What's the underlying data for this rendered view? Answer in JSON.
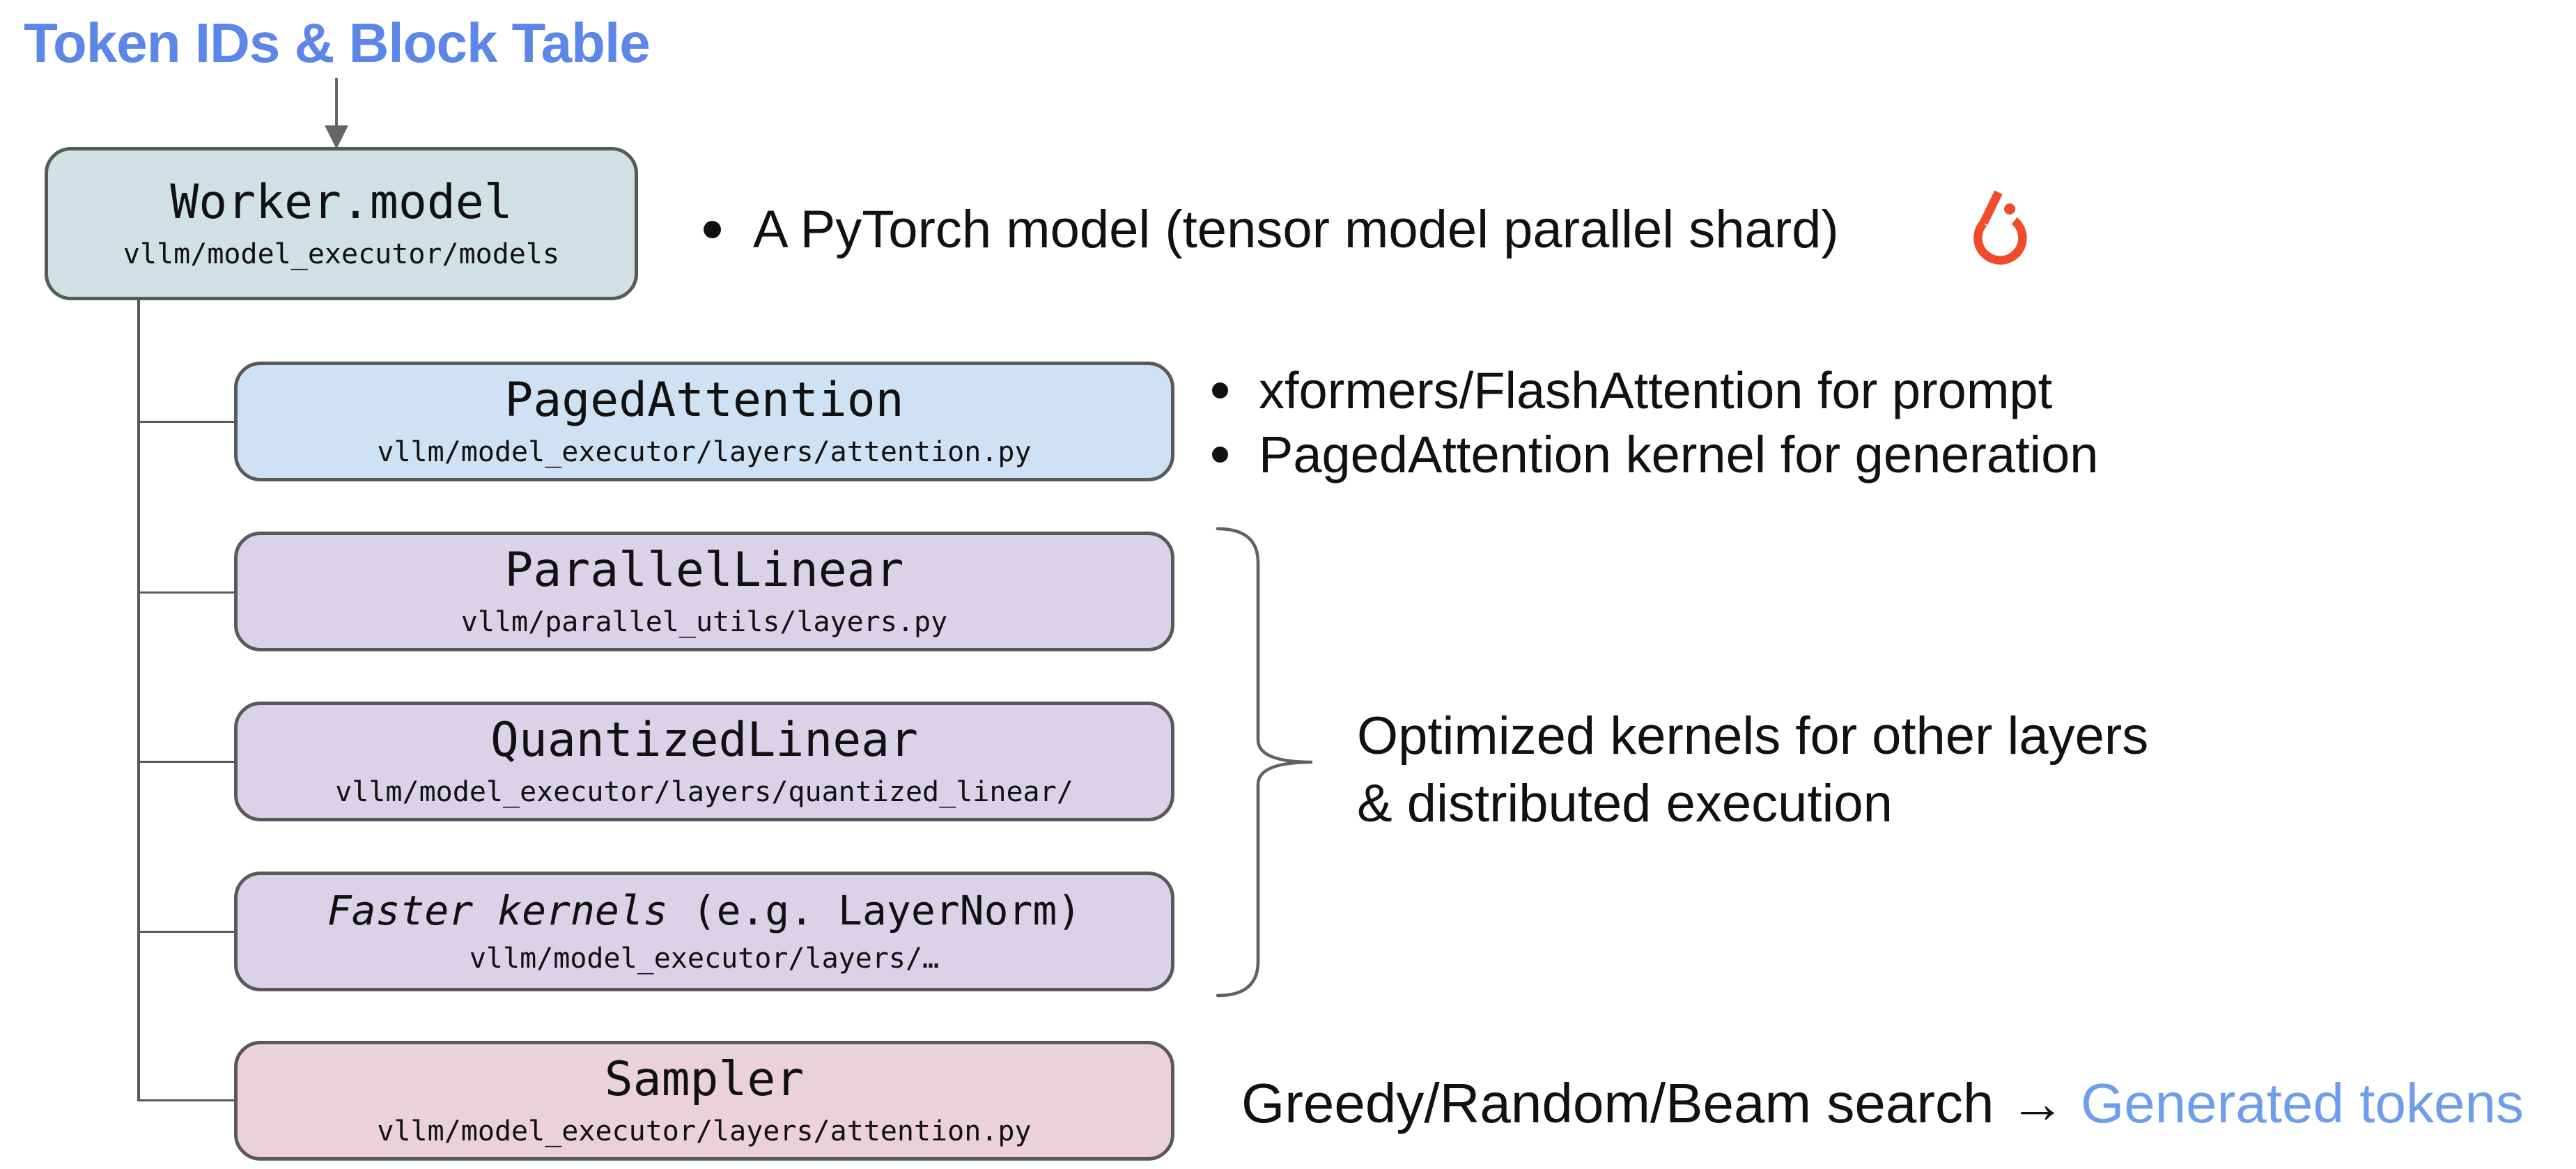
{
  "colors": {
    "heading_blue": "#5C86E8",
    "generated_tokens_blue": "#6D9EEB",
    "pytorch_orange": "#EE4C2C",
    "box_border_gray": "#595959",
    "worker_fill": "#D0E0E3",
    "attention_fill": "#CFE2F3",
    "kernel_fill": "#D9D2E9",
    "sampler_fill": "#EAD1DC"
  },
  "header": {
    "label": "Token IDs & Block Table"
  },
  "root_box": {
    "title": "Worker.model",
    "path": "vllm/model_executor/models",
    "bullet": "A PyTorch model (tensor model parallel shard)"
  },
  "children": [
    {
      "title": "PagedAttention",
      "path": "vllm/model_executor/layers/attention.py",
      "bullets": [
        "xformers/FlashAttention for prompt",
        "PagedAttention kernel for generation"
      ]
    },
    {
      "title": "ParallelLinear",
      "path": "vllm/parallel_utils/layers.py"
    },
    {
      "title": "QuantizedLinear",
      "path": "vllm/model_executor/layers/quantized_linear/"
    },
    {
      "title_italic": "Faster kernels",
      "title_suffix": " (e.g. LayerNorm)",
      "path": "vllm/model_executor/layers/…"
    },
    {
      "title": "Sampler",
      "path": "vllm/model_executor/layers/attention.py"
    }
  ],
  "brace_note": {
    "line1": "Optimized kernels for other layers",
    "line2": "& distributed execution"
  },
  "sampler_note": {
    "black_text": "Greedy/Random/Beam search ",
    "arrow": "→",
    "blue_text": " Generated tokens"
  }
}
